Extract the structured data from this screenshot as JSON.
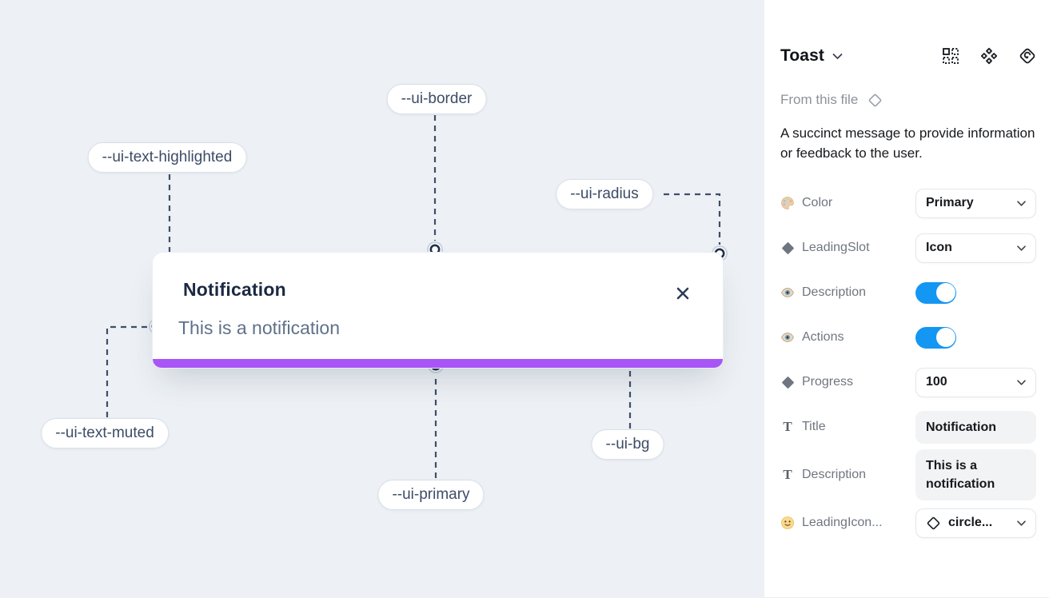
{
  "canvas": {
    "toast": {
      "title": "Notification",
      "description": "This is a notification",
      "progress_color": "#a855f7",
      "progress_value_hint": "full-width"
    },
    "annotations": [
      {
        "label": "--ui-border"
      },
      {
        "label": "--ui-text-highlighted"
      },
      {
        "label": "--ui-radius"
      },
      {
        "label": "--ui-text-muted"
      },
      {
        "label": "--ui-primary"
      },
      {
        "label": "--ui-bg"
      }
    ]
  },
  "panel": {
    "title": "Toast",
    "source_label": "From this file",
    "description": "A succinct message to provide information or feedback to the user.",
    "header_icons": [
      "instance-grid-icon",
      "component-icon",
      "go-to-main-component-icon"
    ],
    "rows": [
      {
        "icon": "palette-icon",
        "label": "Color",
        "control": "dropdown",
        "value": "Primary"
      },
      {
        "icon": "diamond-icon",
        "label": "LeadingSlot",
        "control": "dropdown",
        "value": "Icon"
      },
      {
        "icon": "eye-icon",
        "label": "Description",
        "control": "toggle",
        "value": "on"
      },
      {
        "icon": "eye-icon",
        "label": "Actions",
        "control": "toggle",
        "value": "on"
      },
      {
        "icon": "diamond-icon",
        "label": "Progress",
        "control": "dropdown",
        "value": "100"
      },
      {
        "icon": "text-icon",
        "label": "Title",
        "control": "text",
        "value": "Notification"
      },
      {
        "icon": "text-icon",
        "label": "Description",
        "control": "text",
        "value": "This is a notification"
      },
      {
        "icon": "smiley-icon",
        "label": "LeadingIcon...",
        "control": "icon-dropdown",
        "value": "circle..."
      }
    ],
    "colors": {
      "toggle_on": "#1496f3",
      "accent_primary": "#a855f7",
      "canvas_bg": "#edf1f5"
    }
  }
}
